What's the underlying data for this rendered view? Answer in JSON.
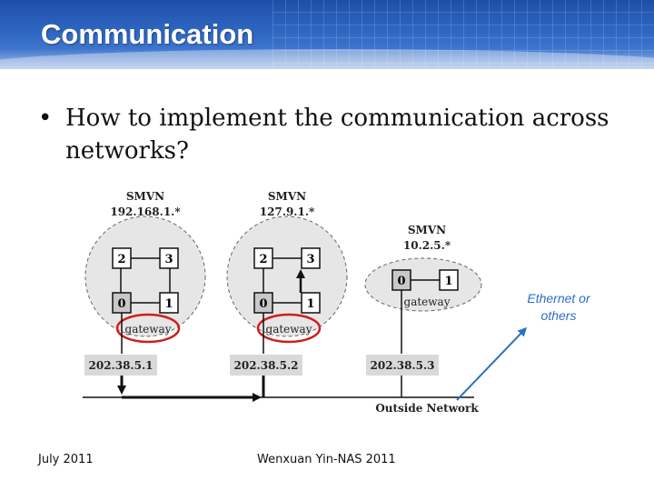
{
  "slide": {
    "title": "Communication",
    "bullet": "How to implement the communication across networks?"
  },
  "diagram": {
    "networks": [
      {
        "name": "SMVN",
        "subnet": "192.168.1.*",
        "nodes": [
          "2",
          "3",
          "0",
          "1"
        ],
        "gateway": "gateway",
        "address": "202.38.5.1"
      },
      {
        "name": "SMVN",
        "subnet": "127.9.1.*",
        "nodes": [
          "2",
          "3",
          "0",
          "1"
        ],
        "gateway": "gateway",
        "address": "202.38.5.2"
      },
      {
        "name": "SMVN",
        "subnet": "10.2.5.*",
        "nodes": [
          "0",
          "1"
        ],
        "gateway": "gateway",
        "address": "202.38.5.3"
      }
    ],
    "outside_network": "Outside Network",
    "callout": {
      "line1": "Ethernet or",
      "line2": "others",
      "color": "#2c6fc7"
    },
    "highlight_color": "#cc1f1f"
  },
  "footer": {
    "date": "July 2011",
    "author": "Wenxuan Yin-NAS 2011"
  }
}
